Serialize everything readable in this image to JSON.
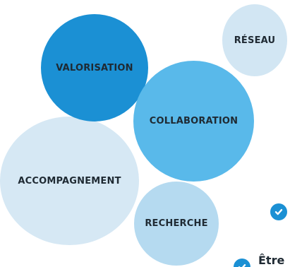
{
  "bubbles": {
    "valorisation": "VALORISATION",
    "reseau": "RÉSEAU",
    "collaboration": "COLLABORATION",
    "accompagnement": "ACCOMPAGNEMENT",
    "recherche": "RECHERCHE"
  },
  "list": {
    "item_partial": "Être"
  },
  "icons": {
    "check": "check-circle-icon"
  },
  "colors": {
    "dark_blue": "#1b90d4",
    "mid_blue": "#59b9ea",
    "light_blue": "#b5daf0",
    "pale_blue": "#d6e8f4",
    "text": "#1f2a33"
  }
}
